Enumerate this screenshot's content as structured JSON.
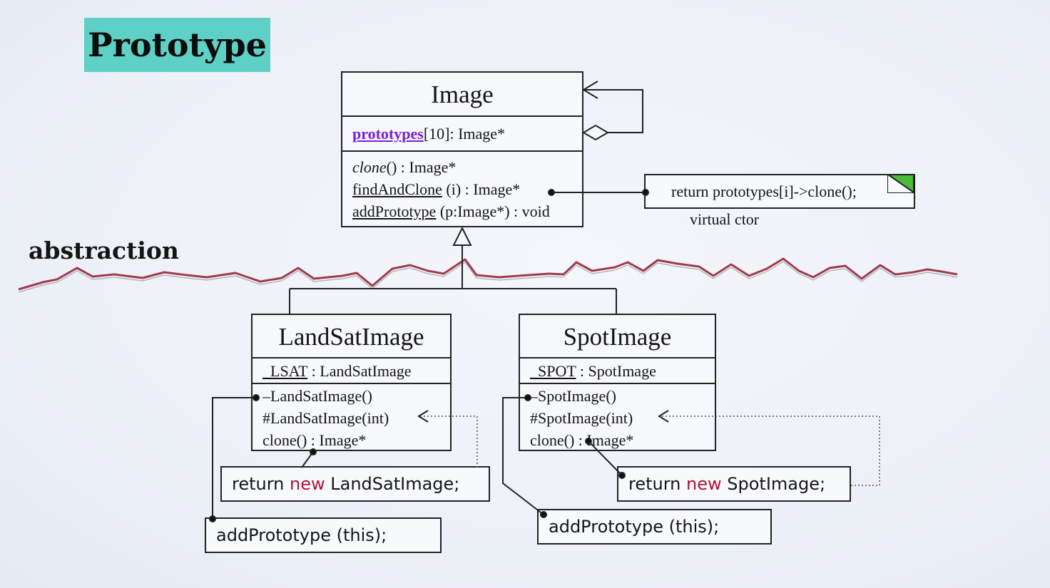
{
  "title": "Prototype",
  "abstraction_label": "abstraction",
  "image_class": {
    "name": "Image",
    "attribute": {
      "name": "prototypes",
      "rest": "[10]: Image*"
    },
    "methods": [
      {
        "name": "clone",
        "rest": "() : Image*"
      },
      {
        "name": "findAndClone",
        "rest": " (i) : Image*"
      },
      {
        "name": "addPrototype",
        "rest": " (p:Image*) : void"
      }
    ]
  },
  "note": {
    "text": "return prototypes[i]->clone();",
    "caption": "virtual ctor"
  },
  "landsat_class": {
    "name": "LandSatImage",
    "attribute": {
      "name": "_LSAT",
      "rest": " : LandSatImage"
    },
    "methods": [
      "–LandSatImage()",
      "#LandSatImage(int)",
      "clone() : Image*"
    ]
  },
  "spot_class": {
    "name": "SpotImage",
    "attribute": {
      "name": "_SPOT",
      "rest": " : SpotImage"
    },
    "methods": [
      "–SpotImage()",
      "#SpotImage(int)",
      "clone() : Image*"
    ]
  },
  "landsat_clone_code": {
    "keyword_before": "return ",
    "keyword": "new",
    "after": " LandSatImage;"
  },
  "spot_clone_code": {
    "keyword_before": "return ",
    "keyword": "new",
    "after": " SpotImage;"
  },
  "landsat_add_code": "addPrototype (this);",
  "spot_add_code": "addPrototype (this);",
  "colors": {
    "title_bg": "#5fd0c5",
    "attribute_highlight": "#7a1fd6",
    "keyword": "#b0123a",
    "wave": "#9e3b4d"
  }
}
